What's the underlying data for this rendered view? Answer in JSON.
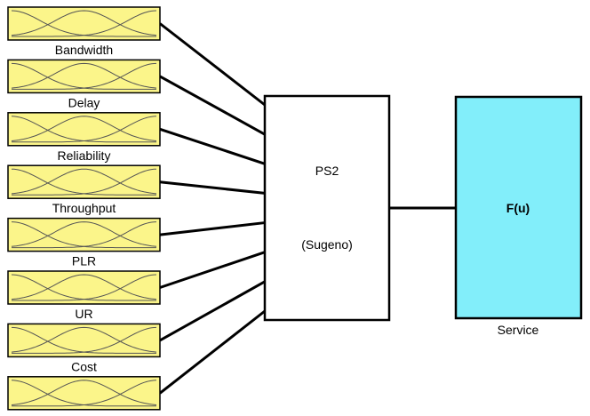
{
  "inputs": [
    {
      "label": "Bandwidth"
    },
    {
      "label": "Delay"
    },
    {
      "label": "Reliability"
    },
    {
      "label": "Throughput"
    },
    {
      "label": "PLR"
    },
    {
      "label": "UR"
    },
    {
      "label": "Cost"
    },
    {
      "label": ""
    }
  ],
  "system": {
    "name": "PS2",
    "method": "(Sugeno)"
  },
  "output": {
    "function": "F(u)",
    "label": "Service"
  },
  "colors": {
    "input_fill": "#fbf58a",
    "output_fill": "#82eefa",
    "stroke": "#000000",
    "curve": "#555555"
  }
}
